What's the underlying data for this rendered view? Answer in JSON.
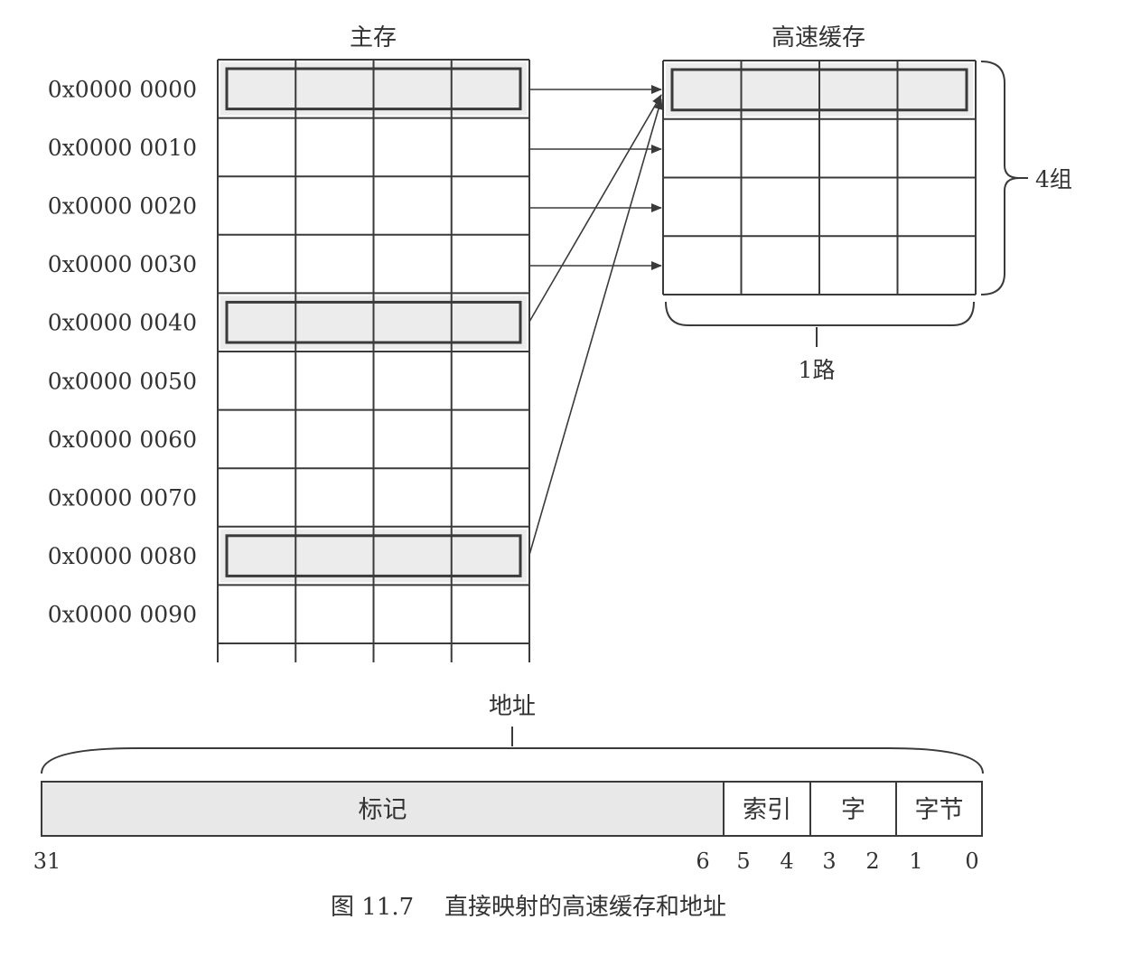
{
  "main_memory": {
    "title": "主存",
    "addresses": [
      "0x0000 0000",
      "0x0000 0010",
      "0x0000 0020",
      "0x0000 0030",
      "0x0000 0040",
      "0x0000 0050",
      "0x0000 0060",
      "0x0000 0070",
      "0x0000 0080",
      "0x0000 0090"
    ],
    "highlighted_rows": [
      0,
      4,
      8
    ]
  },
  "cache": {
    "title": "高速缓存",
    "sets_label": "4组",
    "ways_label": "1路"
  },
  "address": {
    "title": "地址",
    "fields": [
      {
        "label": "标记",
        "shaded": true
      },
      {
        "label": "索引",
        "shaded": false
      },
      {
        "label": "字",
        "shaded": false
      },
      {
        "label": "字节",
        "shaded": false
      }
    ],
    "bit_labels": [
      "31",
      "6",
      "5",
      "4",
      "3",
      "2",
      "1",
      "0"
    ]
  },
  "caption": {
    "number": "图 11.7",
    "text": "直接映射的高速缓存和地址"
  }
}
